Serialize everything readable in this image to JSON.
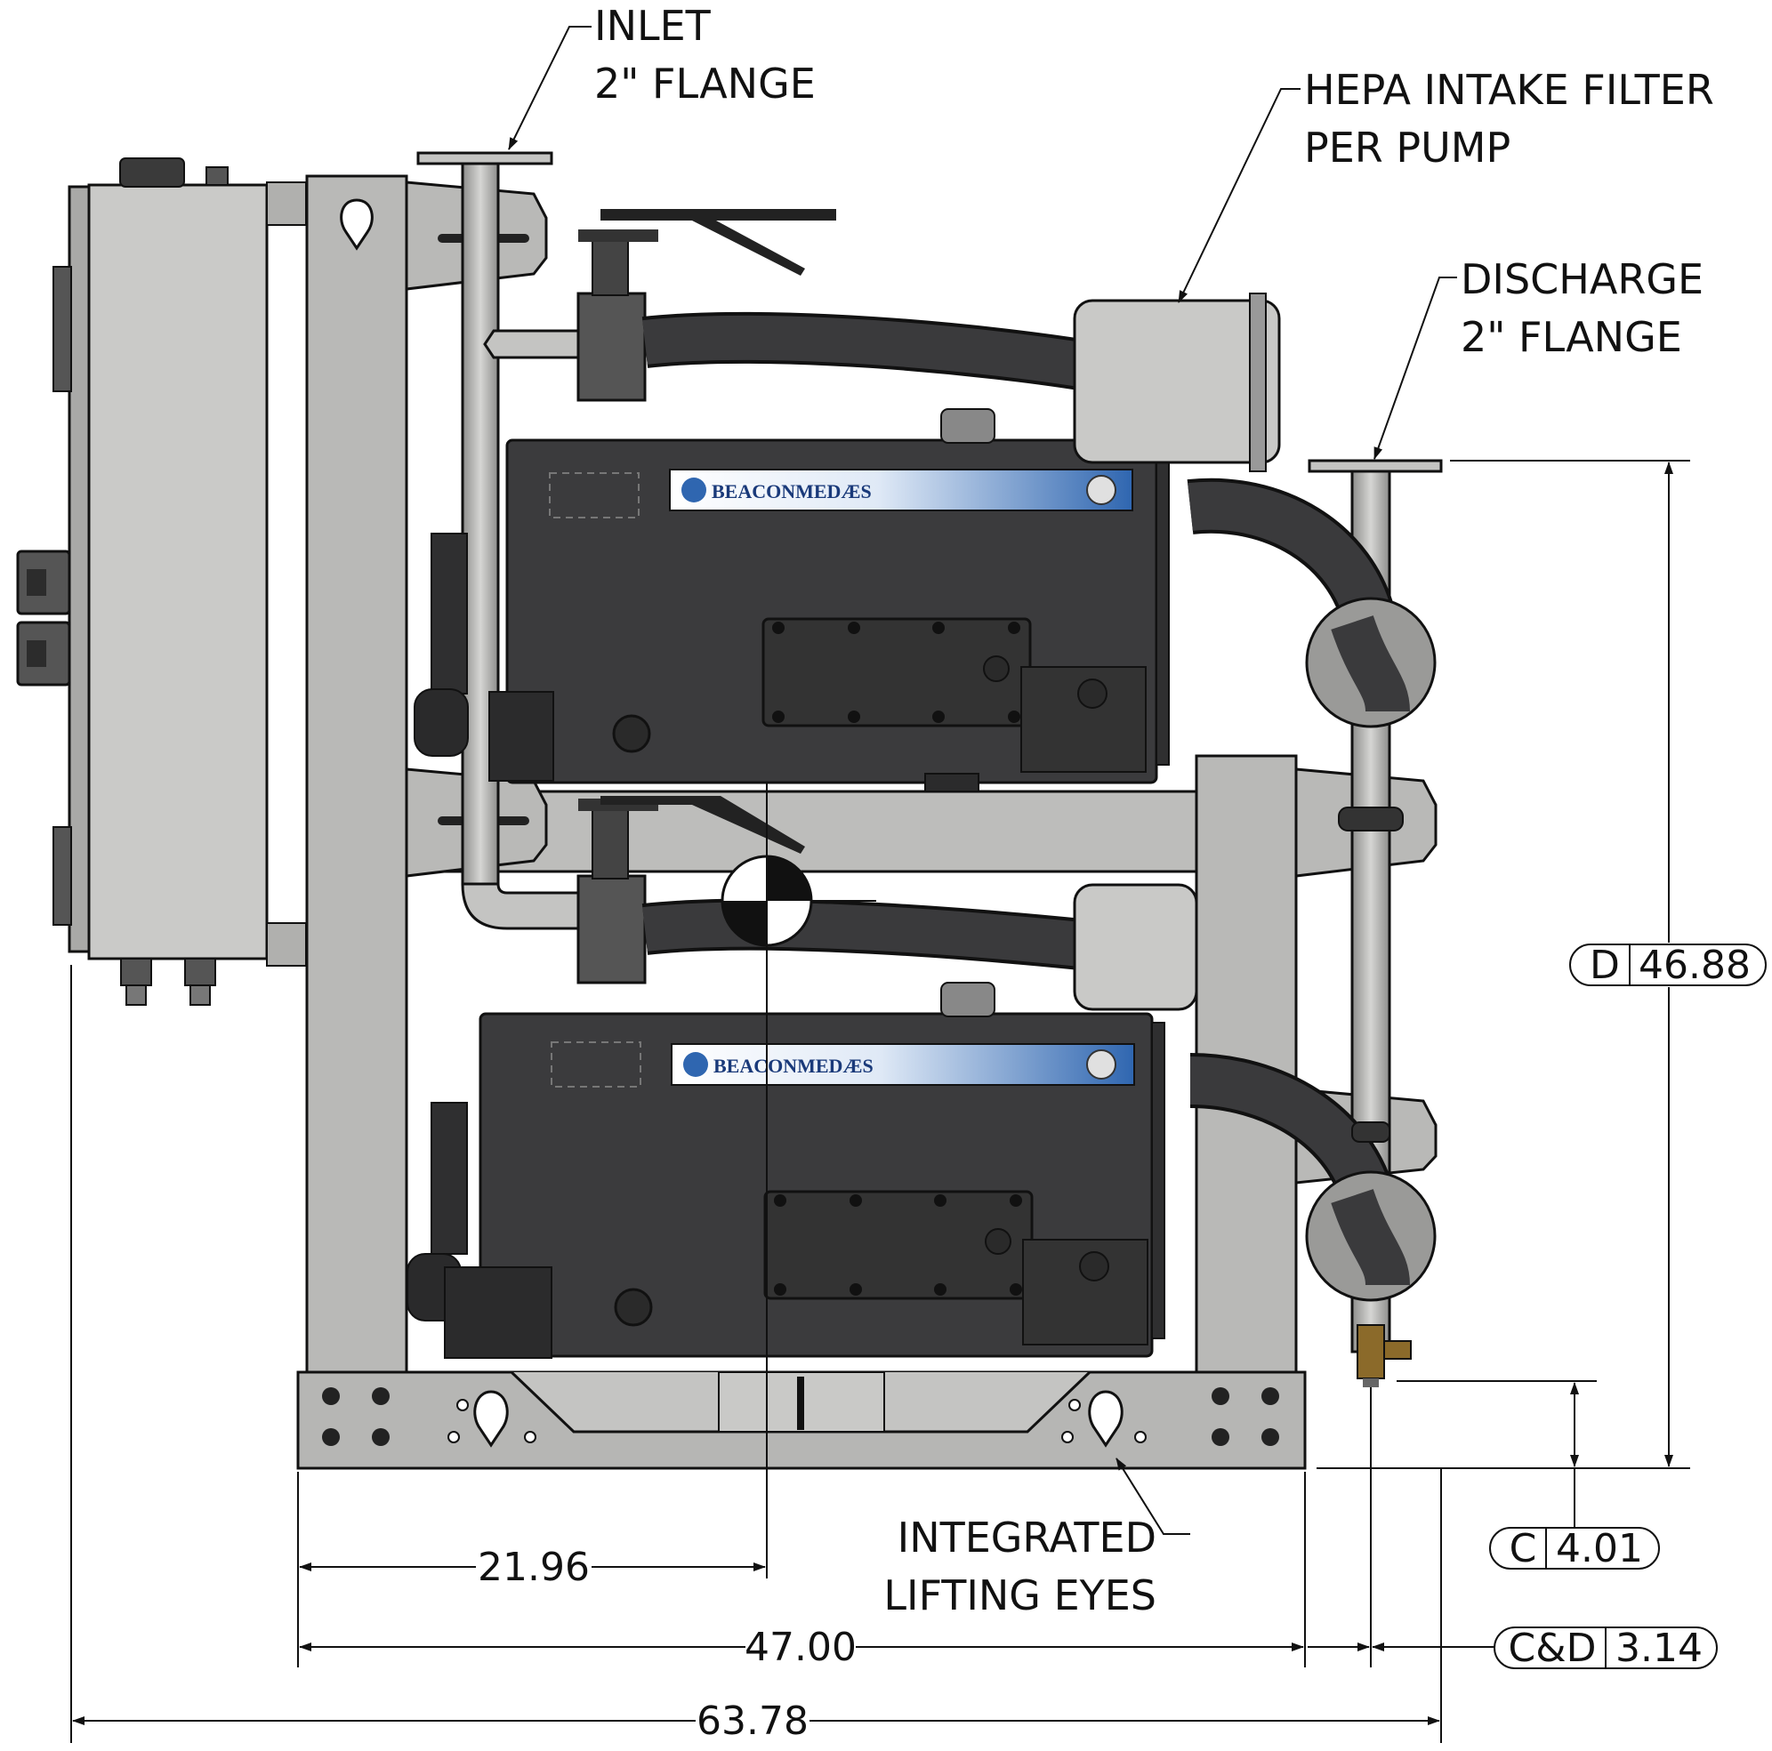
{
  "callouts": {
    "inlet_line1": "INLET",
    "inlet_line2": "2\" FLANGE",
    "hepa_line1": "HEPA INTAKE FILTER",
    "hepa_line2": "PER PUMP",
    "discharge_line1": "DISCHARGE",
    "discharge_line2": "2\" FLANGE",
    "lifting_line1": "INTEGRATED",
    "lifting_line2": "LIFTING EYES"
  },
  "dimensions": {
    "cg_x": "21.96",
    "frame_width": "47.00",
    "overall_width": "63.78",
    "height_d_tag": "D",
    "height_d_value": "46.88",
    "height_c_tag": "C",
    "height_c_value": "4.01",
    "offset_cd_tag": "C&D",
    "offset_cd_value": "3.14"
  },
  "labels": {
    "brand_upper": "BEACONMEDÆS",
    "brand_lower": "BEACONMEDÆS"
  },
  "colors": {
    "frame": "#b9b9b7",
    "pump_body": "#3b3b3d",
    "hose": "#2b2b2d",
    "label_blue": "#2f66b0",
    "panel": "#c9c9c7"
  }
}
